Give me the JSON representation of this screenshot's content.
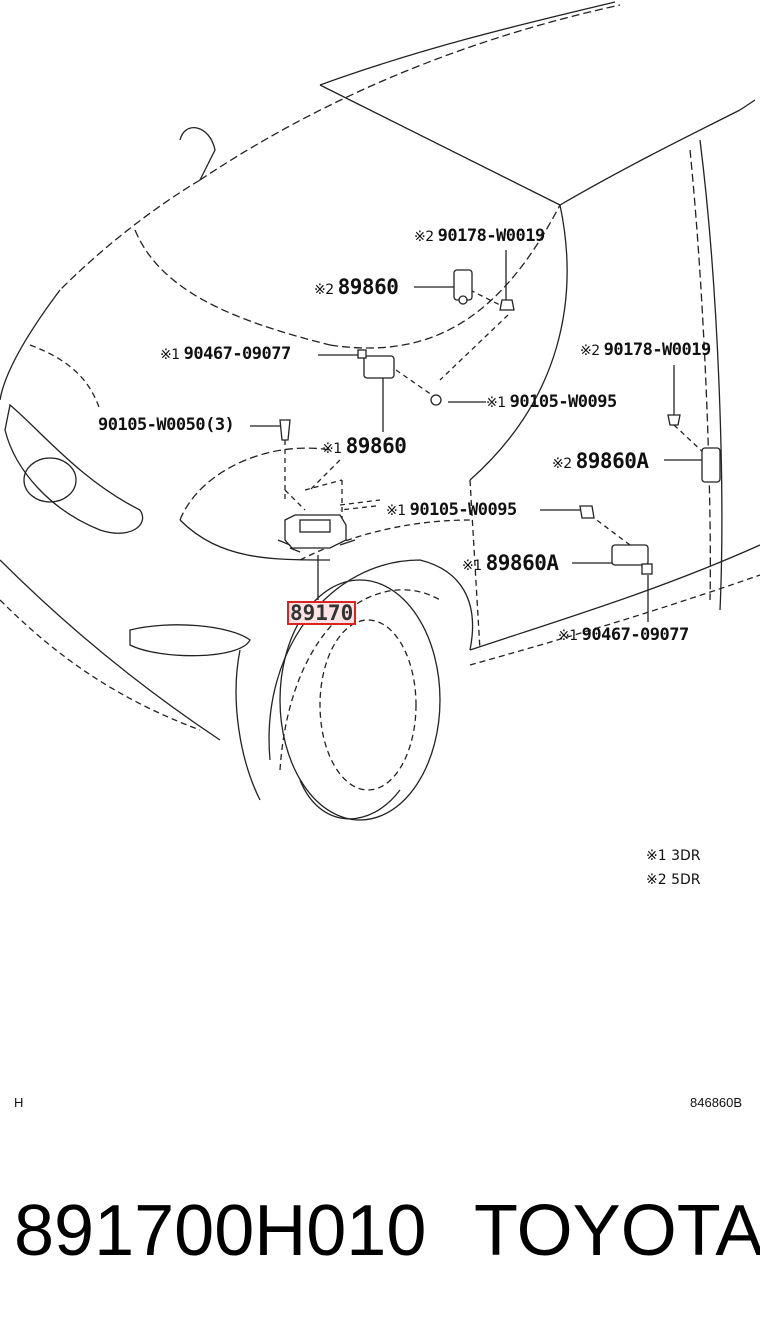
{
  "callouts": {
    "c1": {
      "mark": "※2",
      "text": "90178-W0019"
    },
    "c2": {
      "mark": "※2",
      "text": "89860"
    },
    "c3": {
      "mark": "※1",
      "text": "90467-09077"
    },
    "c4": {
      "mark": "※2",
      "text": "90178-W0019"
    },
    "c5": {
      "mark": "※1",
      "text": "90105-W0095"
    },
    "c6": {
      "mark": "",
      "text": "90105-W0050(3)"
    },
    "c7": {
      "mark": "※1",
      "text": "89860"
    },
    "c8": {
      "mark": "※2",
      "text": "89860A"
    },
    "c9": {
      "mark": "※1",
      "text": "90105-W0095"
    },
    "c10": {
      "mark": "※1",
      "text": "89860A"
    },
    "c11": {
      "mark": "※1",
      "text": "90467-09077"
    }
  },
  "highlighted_part": "89170",
  "legend": [
    {
      "mark": "※1",
      "text": "3DR"
    },
    {
      "mark": "※2",
      "text": "5DR"
    }
  ],
  "corner_code_left": "H",
  "corner_code_right": "846860B",
  "footer": {
    "part_number": "891700H010",
    "brand": "TOYOTA"
  },
  "colors": {
    "highlight_border": "#d22222",
    "highlight_fill": "#fbe3e3"
  }
}
